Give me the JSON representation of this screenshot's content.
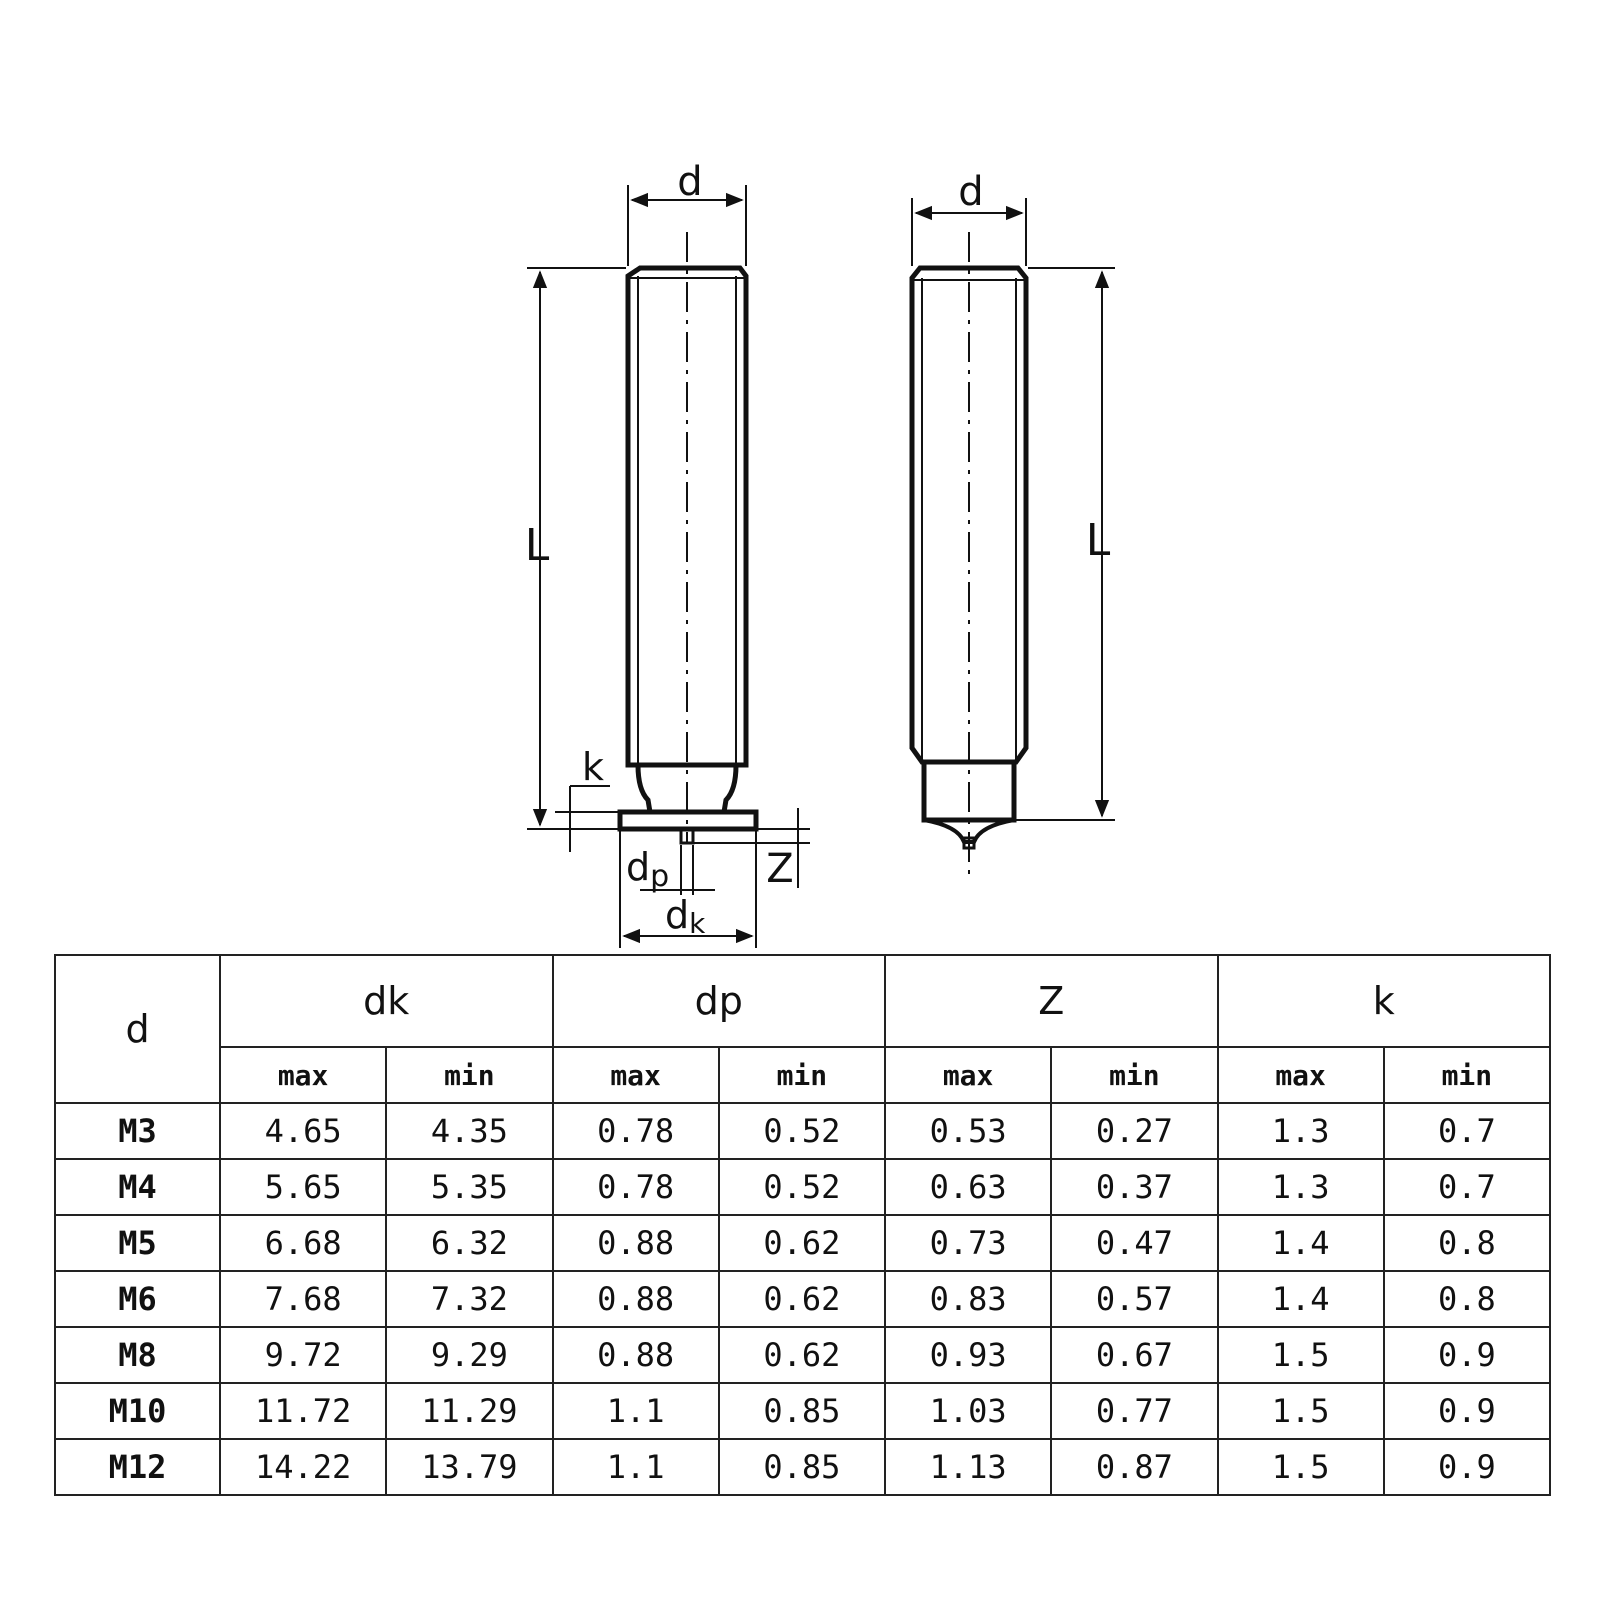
{
  "drawing": {
    "left_view": {
      "labels": {
        "d": "d",
        "L": "L",
        "k": "k",
        "dp": "d",
        "dp_sub": "p",
        "dk": "d",
        "dk_sub": "k",
        "Z": "Z"
      }
    },
    "right_view": {
      "labels": {
        "d": "d",
        "L": "L"
      }
    }
  },
  "table": {
    "d_header": "d",
    "groups": [
      "dk",
      "dp",
      "Z",
      "k"
    ],
    "sub_headers": [
      "max",
      "min",
      "max",
      "min",
      "max",
      "min",
      "max",
      "min"
    ],
    "rows": [
      {
        "size": "M3",
        "values": [
          "4.65",
          "4.35",
          "0.78",
          "0.52",
          "0.53",
          "0.27",
          "1.3",
          "0.7"
        ]
      },
      {
        "size": "M4",
        "values": [
          "5.65",
          "5.35",
          "0.78",
          "0.52",
          "0.63",
          "0.37",
          "1.3",
          "0.7"
        ]
      },
      {
        "size": "M5",
        "values": [
          "6.68",
          "6.32",
          "0.88",
          "0.62",
          "0.73",
          "0.47",
          "1.4",
          "0.8"
        ]
      },
      {
        "size": "M6",
        "values": [
          "7.68",
          "7.32",
          "0.88",
          "0.62",
          "0.83",
          "0.57",
          "1.4",
          "0.8"
        ]
      },
      {
        "size": "M8",
        "values": [
          "9.72",
          "9.29",
          "0.88",
          "0.62",
          "0.93",
          "0.67",
          "1.5",
          "0.9"
        ]
      },
      {
        "size": "M10",
        "values": [
          "11.72",
          "11.29",
          "1.1",
          "0.85",
          "1.03",
          "0.77",
          "1.5",
          "0.9"
        ]
      },
      {
        "size": "M12",
        "values": [
          "14.22",
          "13.79",
          "1.1",
          "0.85",
          "1.13",
          "0.87",
          "1.5",
          "0.9"
        ]
      }
    ]
  }
}
